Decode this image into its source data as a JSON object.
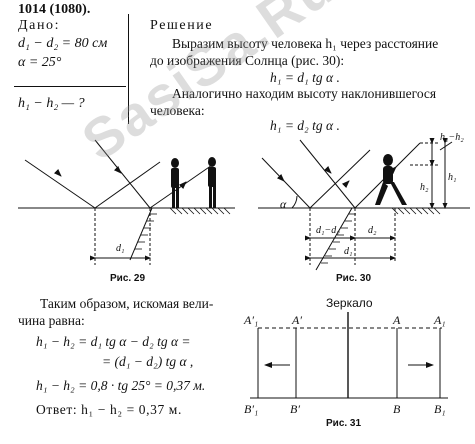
{
  "problem_number": "1014 (1080).",
  "given": {
    "header": "Дано:",
    "line1": "d₁ − d₂ = 80 см",
    "line2": "α = 25°",
    "find": "h₁ − h₂ — ?"
  },
  "solution": {
    "header": "Решение",
    "p1a": "Выразим высоту человека h₁ через расстояние",
    "p1b": "до изображения Солнца (рис. 30):",
    "f1": "h₁ = d₁ tg α .",
    "p2a": "Аналогично находим высоту наклонившегося",
    "p2b": "человека:",
    "f2": "h₁ = d₂ tg α ."
  },
  "fig29": {
    "caption": "Рис. 29",
    "label_d1": "d₁"
  },
  "fig30": {
    "caption": "Рис. 30",
    "label_alpha": "α",
    "label_d1d2": "d₁−d₂",
    "label_d2": "d₂",
    "label_d1": "d₁",
    "label_h1": "h₁",
    "label_h2": "h₂",
    "label_h1h2": "h₁−h₂"
  },
  "conclusion": {
    "line1": "Таким образом, искомая вели-",
    "line2": "чина равна:",
    "eq1": "h₁ − h₂ = d₁ tg α − d₂ tg α =",
    "eq2": "= (d₁ − d₂) tg α ,",
    "eq3": "h₁ − h₂ = 0,8 · tg 25° = 0,37 м.",
    "answer": "Ответ: h₁ − h₂ = 0,37 м."
  },
  "fig31": {
    "title": "Зеркало",
    "caption": "Рис. 31",
    "top_labels": [
      "A′₁",
      "A′",
      "A",
      "A₁"
    ],
    "bottom_labels": [
      "B′₁",
      "B′",
      "B",
      "B₁"
    ]
  },
  "watermark": "SasiSa.Ru"
}
